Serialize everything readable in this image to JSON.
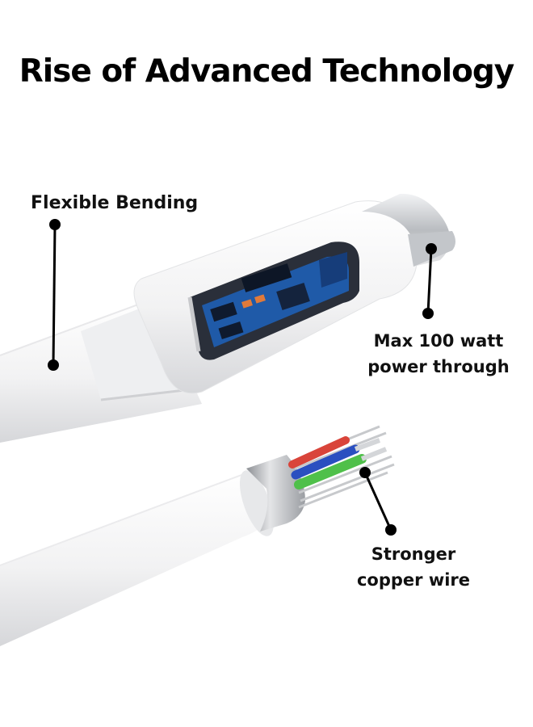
{
  "title": "Rise of Advanced Technology",
  "callouts": [
    {
      "lines": [
        "Flexible Bending"
      ]
    },
    {
      "lines": [
        "Max 100 watt",
        "power through"
      ]
    },
    {
      "lines": [
        "Stronger",
        "copper wire"
      ]
    }
  ],
  "colors": {
    "cable_white": "#f4f4f4",
    "cable_shadow": "#d9dadc",
    "connector_metal": "#c9cbce",
    "pcb_blue": "#1f5aa8",
    "wire_red": "#d9443a",
    "wire_blue": "#2a4fc0",
    "wire_green": "#4fc04a",
    "pointer": "#000000"
  }
}
